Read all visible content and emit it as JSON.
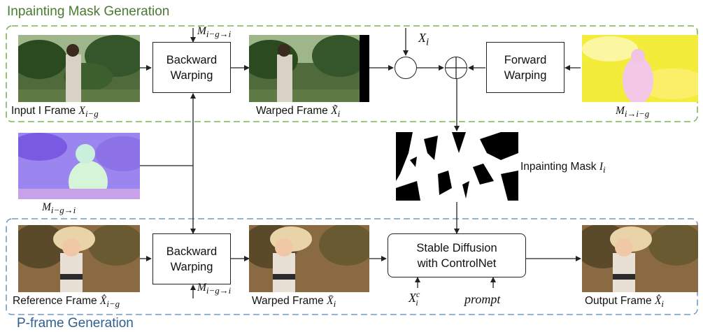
{
  "sections": {
    "top_title": "Inpainting Mask Generation",
    "bottom_title": "P-frame Generation",
    "top_color": "#4a7a32",
    "bottom_color": "#2f5f8f"
  },
  "boxes": {
    "backward_warping_1": [
      "Backward",
      "Warping"
    ],
    "forward_warping": [
      "Forward",
      "Warping"
    ],
    "backward_warping_2": [
      "Backward",
      "Warping"
    ],
    "stable_diffusion": [
      "Stable Diffusion",
      "with ControlNet"
    ]
  },
  "labels": {
    "input_frame": "Input I Frame",
    "input_frame_sym": "X",
    "input_frame_sub": "i−g",
    "warped_frame_top": "Warped Frame",
    "warped_frame_top_sym": "X̃",
    "warped_frame_top_sub": "i",
    "flow_fwd": "M",
    "flow_fwd_sub": "i→i−g",
    "flow_bwd": "M",
    "flow_bwd_sub": "i−g→i",
    "inpainting_mask": "Inpainting Mask",
    "inpainting_mask_sym": "I",
    "inpainting_mask_sub": "i",
    "reference_frame": "Reference Frame",
    "reference_frame_sym": "X̂",
    "reference_frame_sub": "i−g",
    "warped_frame_bottom": "Warped Frame",
    "warped_frame_bottom_sym": "X̄",
    "warped_frame_bottom_sub": "i",
    "output_frame": "Output Frame",
    "output_frame_sym": "X̂",
    "output_frame_sub": "i",
    "xi_sym": "X",
    "xi_sub": "i",
    "m_top_sym": "M",
    "m_top_sub": "i−g→i",
    "m_bottom_sym": "M",
    "m_bottom_sub": "i−g→i",
    "xic_sym": "X",
    "xic_sup": "c",
    "xic_sub": "i",
    "prompt": "prompt"
  },
  "colors": {
    "forest_sky": "#c8d8c0",
    "forest_green": "#2f4a22",
    "anime_warm": "#d8b08a",
    "flow_yellow": "#f4ec3a",
    "flow_purple": "#8a6ae0",
    "mask_black": "#000000"
  }
}
